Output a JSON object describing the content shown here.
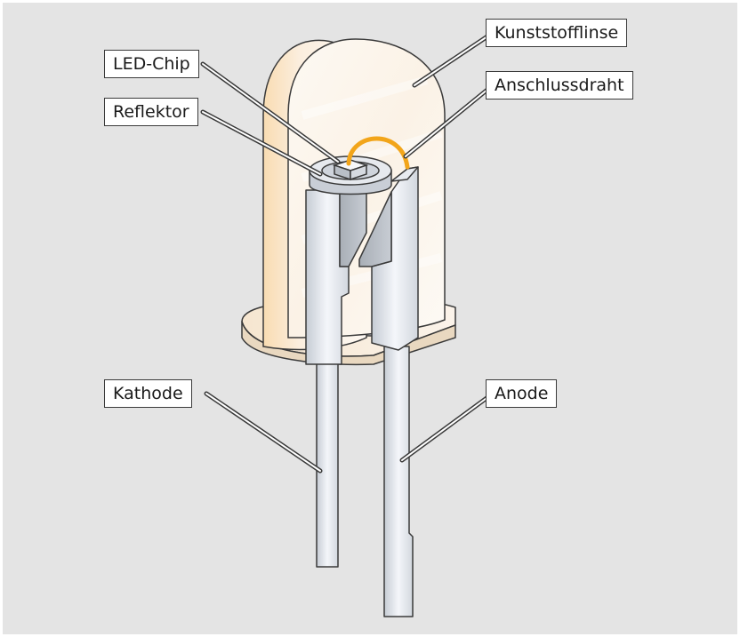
{
  "colors": {
    "background": "#e4e4e4",
    "lens_warm": "#fbe6c6",
    "lens_light": "#fbf4ec",
    "metal_light": "#f2f4f8",
    "metal_mid": "#cfd4dc",
    "metal_dark": "#9aa0a8",
    "bond_wire": "#f2a51a",
    "outline": "#3a3a3a",
    "label_border": "#3a3a3a"
  },
  "labels": {
    "led_chip": "LED-Chip",
    "reflektor": "Reflektor",
    "kunststofflinse": "Kunststofflinse",
    "anschlussdraht": "Anschlussdraht",
    "kathode": "Kathode",
    "anode": "Anode"
  }
}
